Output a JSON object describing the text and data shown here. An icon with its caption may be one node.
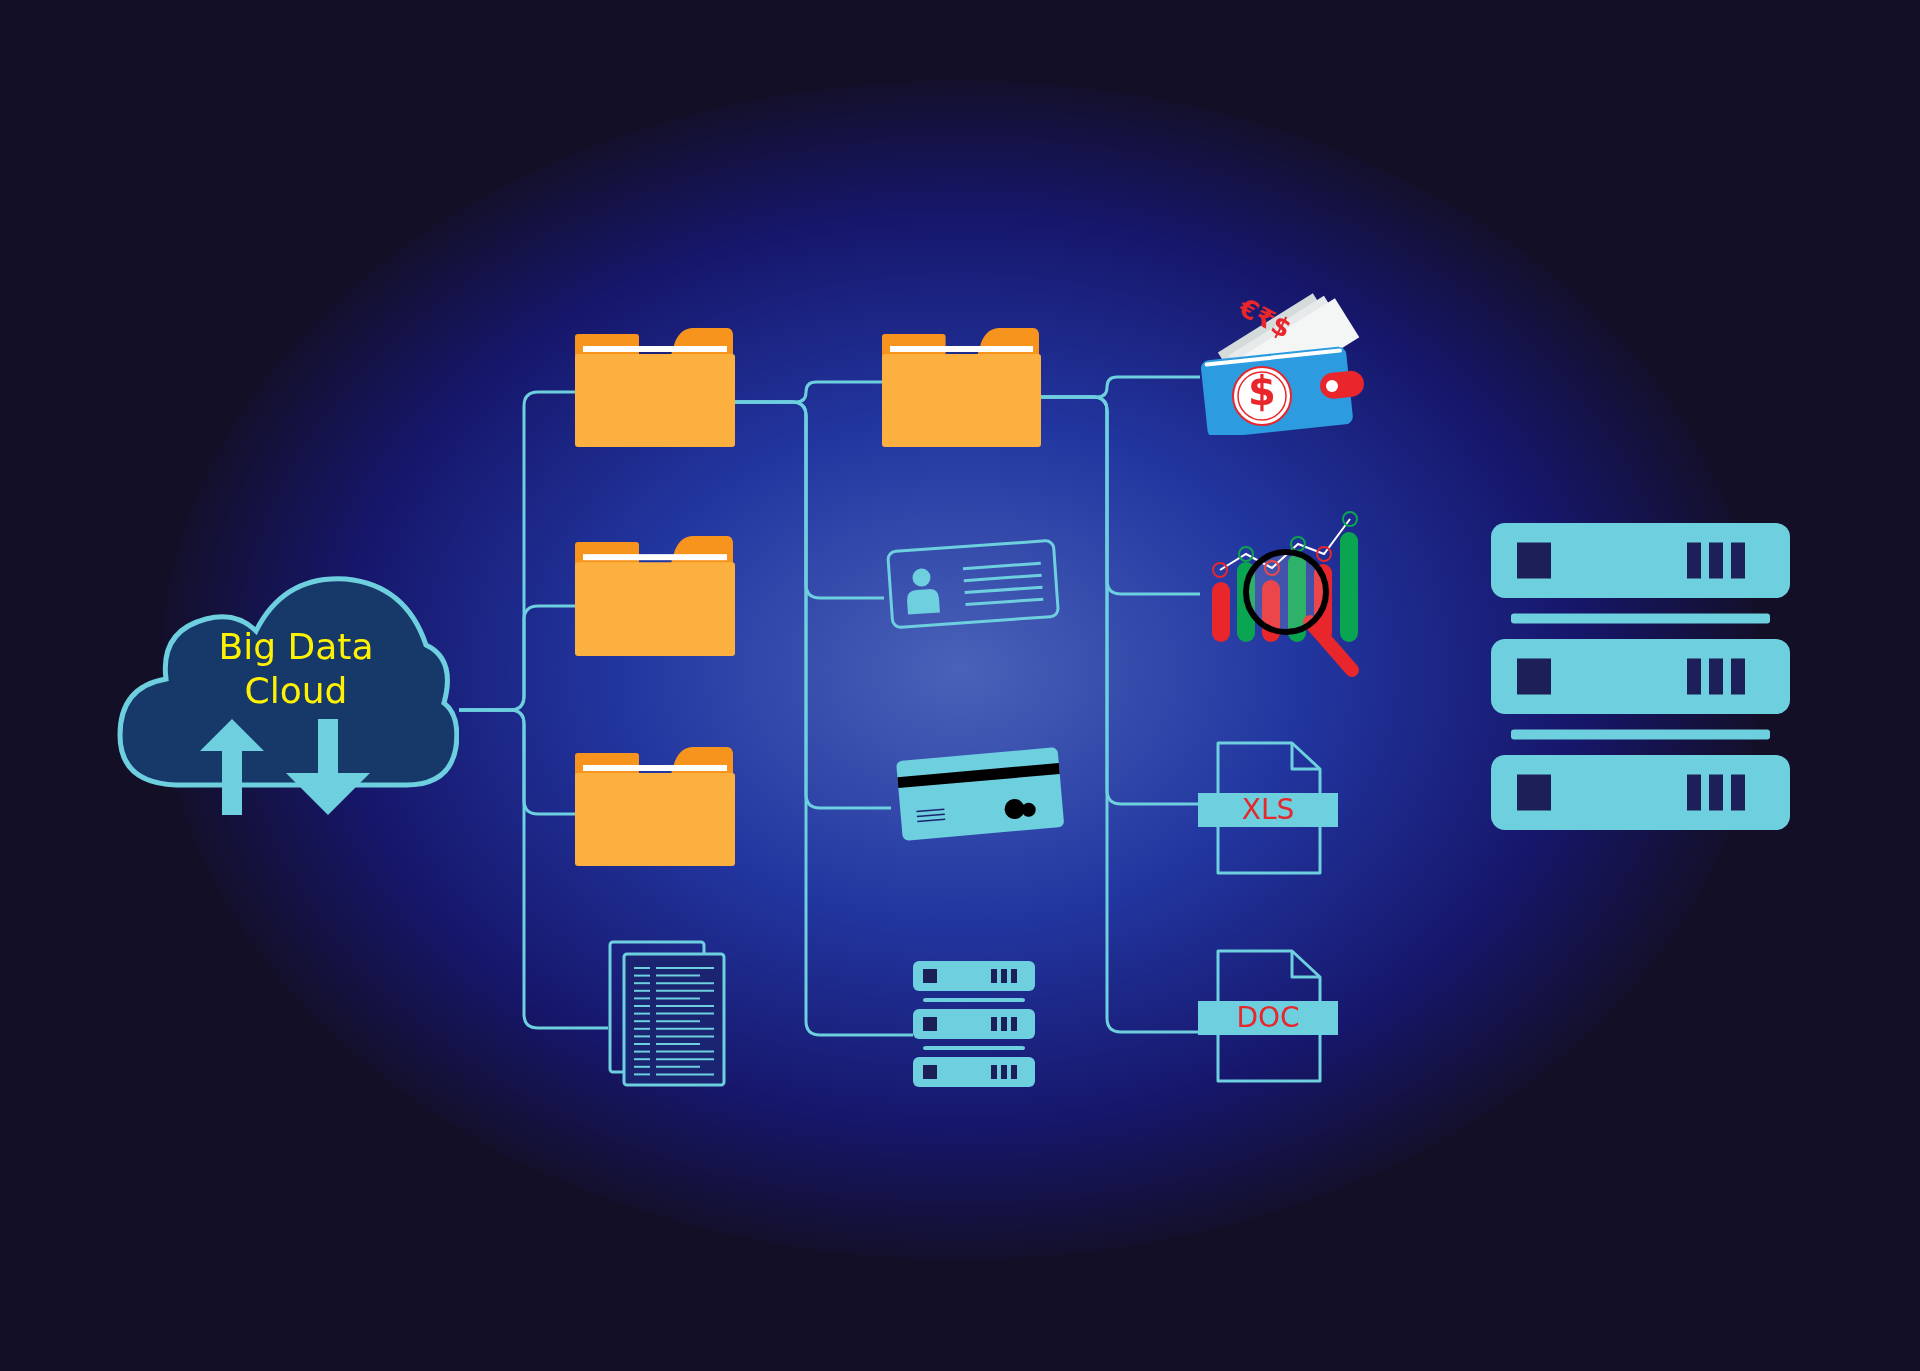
{
  "diagram": {
    "nodes": [
      {
        "text": [
          "Big Data Cloud"
        ]
      },
      {
        "text": [],
        "shape": "folder"
      },
      {
        "text": [],
        "shape": "folder"
      },
      {
        "text": [],
        "shape": "folder"
      },
      {
        "text": [],
        "shape": "document"
      },
      {
        "text": [],
        "shape": "folder"
      },
      {
        "text": [],
        "shape": "card"
      },
      {
        "text": [],
        "shape": "card"
      },
      {
        "text": [],
        "shape": "server"
      },
      {
        "text": [
          "$",
          "€₹$"
        ]
      },
      {
        "text": [],
        "shape": "chart"
      },
      {
        "text": [
          "XLS"
        ]
      },
      {
        "text": [
          "DOC"
        ]
      }
    ],
    "edges": [
      {
        "from": 0,
        "to": 1,
        "arrow": "none"
      },
      {
        "from": 0,
        "to": 2,
        "arrow": "none"
      },
      {
        "from": 0,
        "to": 3,
        "arrow": "none"
      },
      {
        "from": 0,
        "to": 4,
        "arrow": "none"
      },
      {
        "from": 1,
        "to": 5,
        "arrow": "none"
      },
      {
        "from": 1,
        "to": 6,
        "arrow": "none"
      },
      {
        "from": 1,
        "to": 7,
        "arrow": "none"
      },
      {
        "from": 1,
        "to": 8,
        "arrow": "none"
      },
      {
        "from": 5,
        "to": 9,
        "arrow": "none"
      },
      {
        "from": 5,
        "to": 10,
        "arrow": "none"
      },
      {
        "from": 5,
        "to": 11,
        "arrow": "none"
      },
      {
        "from": 5,
        "to": 12,
        "arrow": "none"
      }
    ]
  }
}
